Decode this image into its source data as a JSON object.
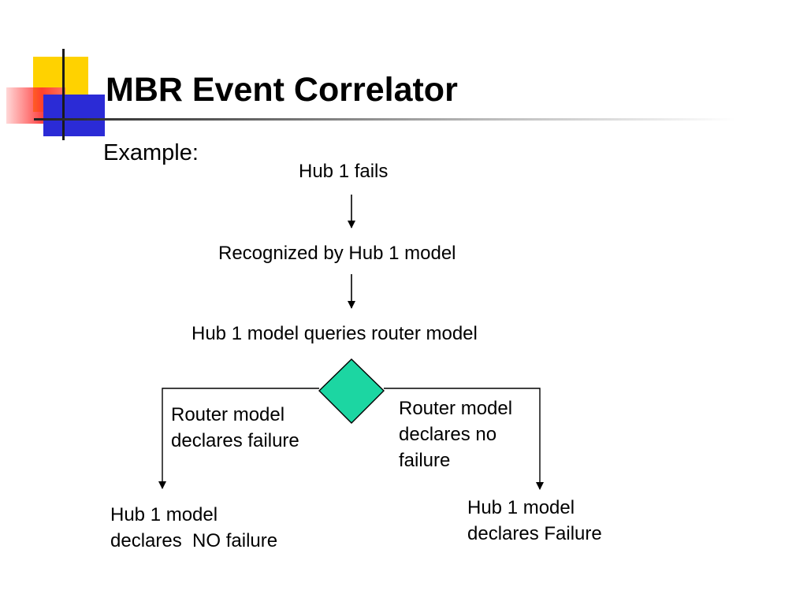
{
  "slide": {
    "title": "MBR Event Correlator",
    "example_label": "Example:"
  },
  "diagram": {
    "step_1": "Hub 1 fails",
    "step_2": "Recognized by Hub 1 model",
    "step_3": "Hub 1 model queries router model",
    "left_branch_label": [
      "Router model",
      "declares failure"
    ],
    "right_branch_label": [
      "Router model",
      "declares no",
      "failure"
    ],
    "left_outcome": [
      "Hub 1 model",
      "declares  NO failure"
    ],
    "right_outcome": [
      "Hub 1 model",
      "declares Failure"
    ],
    "decision_color": "#1cd6a2"
  }
}
